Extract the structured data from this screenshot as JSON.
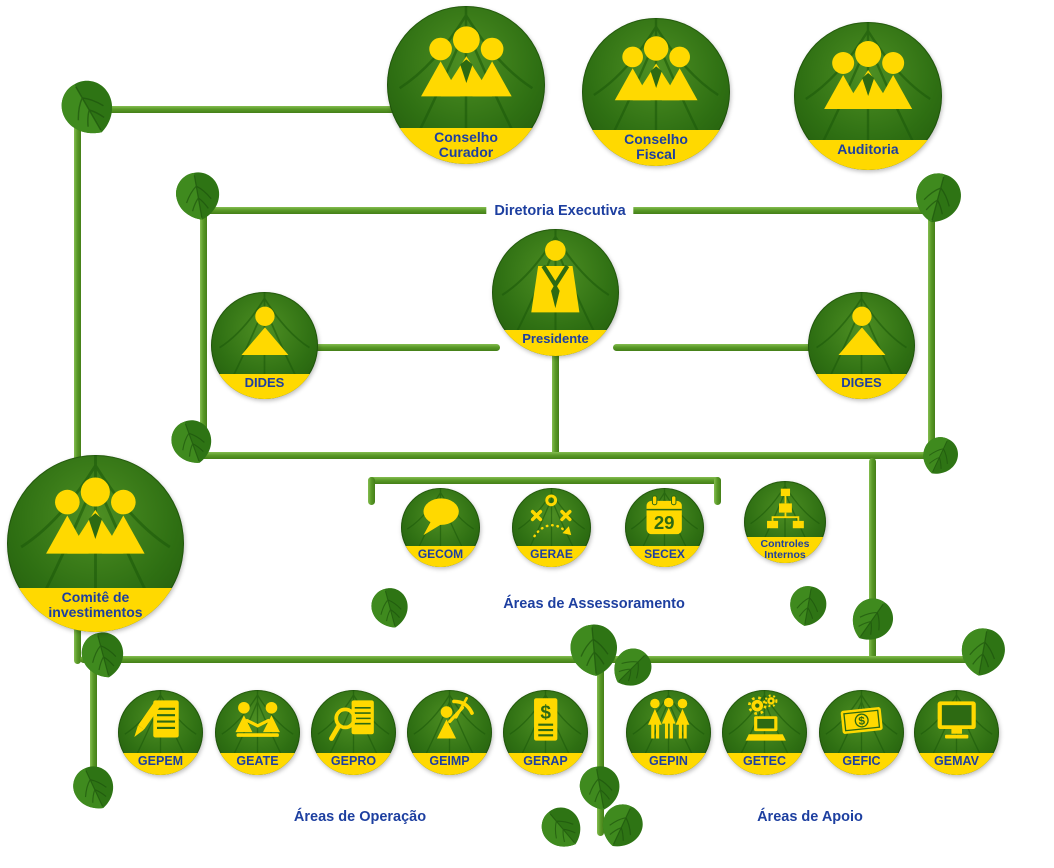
{
  "colors": {
    "circle_green": "#2f7013",
    "vine_green": "#5a9a28",
    "banner_yellow": "#ffd900",
    "icon_yellow": "#ffd900",
    "icon_green": "#2d6a12",
    "text_blue": "#1d3fa0"
  },
  "icon_glyphs": {
    "calendar": "29",
    "dollar": "$"
  },
  "nodes": [
    {
      "id": "conselho-curador",
      "lines": [
        "Conselho",
        "Curador"
      ],
      "icon": "people-group"
    },
    {
      "id": "conselho-fiscal",
      "lines": [
        "Conselho",
        "Fiscal"
      ],
      "icon": "people-group"
    },
    {
      "id": "auditoria",
      "lines": [
        "Auditoria"
      ],
      "icon": "people-group"
    },
    {
      "id": "presidente",
      "lines": [
        "Presidente"
      ],
      "icon": "person-suit"
    },
    {
      "id": "dides",
      "lines": [
        "DIDES"
      ],
      "icon": "person"
    },
    {
      "id": "diges",
      "lines": [
        "DIGES"
      ],
      "icon": "person"
    },
    {
      "id": "comite-investimentos",
      "lines": [
        "Comitê de",
        "investimentos"
      ],
      "icon": "people-group"
    },
    {
      "id": "gecom",
      "lines": [
        "GECOM"
      ],
      "icon": "speech-bubble"
    },
    {
      "id": "gerae",
      "lines": [
        "GERAE"
      ],
      "icon": "strategy"
    },
    {
      "id": "secex",
      "lines": [
        "SECEX"
      ],
      "icon": "calendar"
    },
    {
      "id": "controles-internos",
      "lines": [
        "Controles",
        "Internos"
      ],
      "icon": "flowchart"
    },
    {
      "id": "gepem",
      "lines": [
        "GEPEM"
      ],
      "icon": "pencil-document"
    },
    {
      "id": "geate",
      "lines": [
        "GEATE"
      ],
      "icon": "meeting"
    },
    {
      "id": "gepro",
      "lines": [
        "GEPRO"
      ],
      "icon": "magnifier-document"
    },
    {
      "id": "geimp",
      "lines": [
        "GEIMP"
      ],
      "icon": "worker-pickaxe"
    },
    {
      "id": "gerap",
      "lines": [
        "GERAP"
      ],
      "icon": "dollar-document"
    },
    {
      "id": "gepin",
      "lines": [
        "GEPIN"
      ],
      "icon": "people-standing"
    },
    {
      "id": "getec",
      "lines": [
        "GETEC"
      ],
      "icon": "gear-laptop"
    },
    {
      "id": "gefic",
      "lines": [
        "GEFIC"
      ],
      "icon": "dollar-bill"
    },
    {
      "id": "gemav",
      "lines": [
        "GEMAV"
      ],
      "icon": "computer-monitor"
    }
  ],
  "section_labels": [
    {
      "id": "diretoria-executiva",
      "text": "Diretoria Executiva"
    },
    {
      "id": "areas-assessoramento",
      "text": "Áreas de Assessoramento"
    },
    {
      "id": "areas-operacao",
      "text": "Áreas de Operação"
    },
    {
      "id": "areas-apoio",
      "text": "Áreas de Apoio"
    }
  ]
}
